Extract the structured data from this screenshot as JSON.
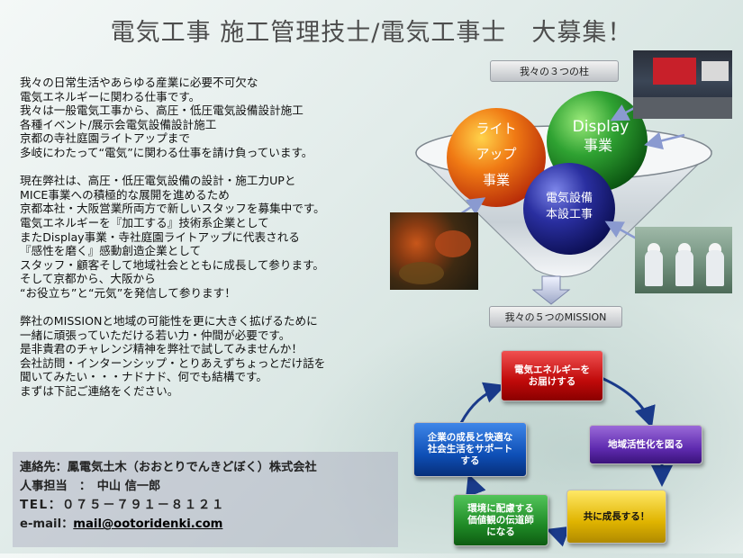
{
  "title": "電気工事 施工管理技士/電気工事士　大募集！",
  "body_lines": [
    "我々の日常生活やあらゆる産業に必要不可欠な",
    "電気エネルギーに関わる仕事です。",
    "我々は一般電気工事から、高圧・低圧電気設備設計施工",
    "各種イベント/展示会電気設備設計施工",
    "京都の寺社庭園ライトアップまで",
    "多岐にわたって“電気”に関わる仕事を請け負っています。",
    "",
    "現在弊社は、高圧・低圧電気設備の設計・施工力UPと",
    "MICE事業への積極的な展開を進めるため",
    "京都本社・大阪営業所両方で新しいスタッフを募集中です。",
    "電気エネルギーを『加工する』技術系企業として",
    "またDisplay事業・寺社庭園ライトアップに代表される",
    "『感性を磨く』感動創造企業として",
    "スタッフ・顧客そして地域社会とともに成長して参ります。",
    "そして京都から、大阪から",
    "“お役立ち”と“元気”を発信して参ります！",
    "",
    "弊社のMISSIONと地域の可能性を更に大きく拡げるために",
    "一緒に頑張っていただける若い力・仲間が必要です。",
    "是非貴君のチャレンジ精神を弊社で試してみませんか！",
    "会社訪問・インターンシップ・とりあえずちょっとだけ話を",
    "聞いてみたい・・・ナドナド、何でも結構です。",
    "まずは下記ご連絡をください。"
  ],
  "contact": {
    "company": "連絡先：鳳電気土木（おおとりでんきどぼく）株式会社",
    "person": "人事担当　：　中山 信一郎",
    "tel": "TEL：０７５－７９１－８１２１",
    "email_label": "e-mail：",
    "email": "mail@ootoridenki.com"
  },
  "pillars": {
    "label": "我々の３つの柱",
    "light": [
      "ライト",
      "アップ",
      "事業"
    ],
    "display": [
      "Display",
      "事業"
    ],
    "electric": [
      "電気設備",
      "本設工事"
    ]
  },
  "mission": {
    "label": "我々の５つのMISSION",
    "items": [
      "電気エネルギーを\nお届けする",
      "地域活性化を図る",
      "共に成長する！",
      "環境に配慮する\n価値観の伝道師\nになる",
      "企業の成長と快適な\n社会生活をサポート\nする"
    ]
  },
  "colors": {
    "light_ball": "#e85a10",
    "display_ball": "#1f8a26",
    "electric_ball": "#2a2f9e",
    "mission_red": "#c00a0a",
    "mission_purple": "#5f2bb0",
    "mission_yellow": "#e0b400",
    "mission_green": "#1f8a26",
    "mission_blue": "#0e4fb6"
  }
}
